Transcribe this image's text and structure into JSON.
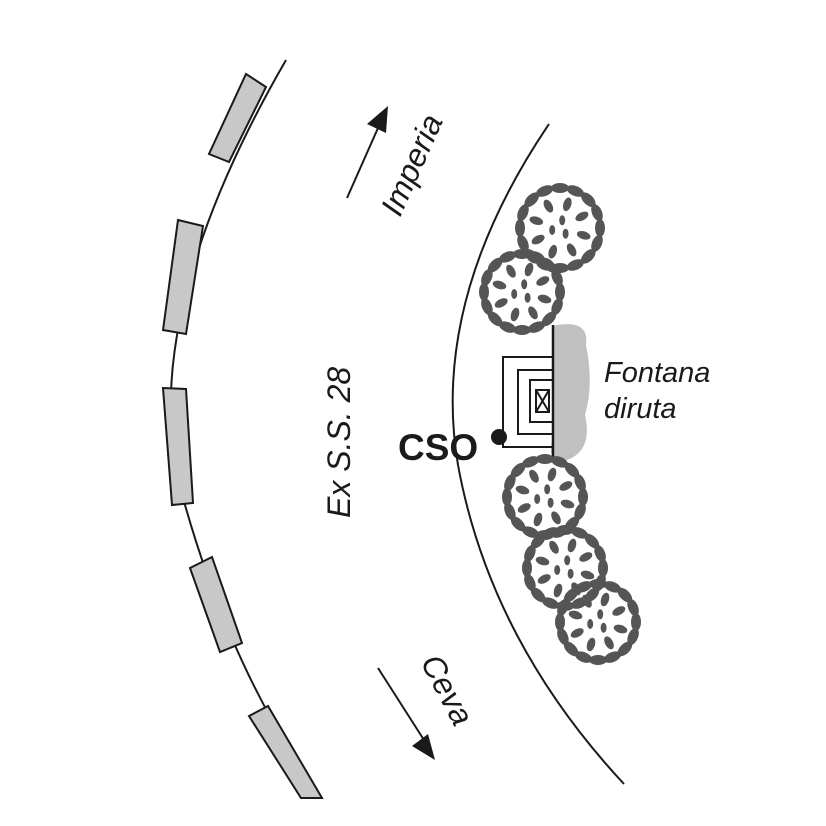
{
  "map": {
    "road_label": "Ex S.S. 28",
    "direction_north": "Imperia",
    "direction_south": "Ceva",
    "site_label": "CSO",
    "feature_label_line1": "Fontana",
    "feature_label_line2": "diruta",
    "colors": {
      "line": "#1a1a1a",
      "wall_block": "#c8c8c8",
      "fountain": "#c0c0c0",
      "vegetation": "#555555",
      "background": "#ffffff"
    }
  }
}
